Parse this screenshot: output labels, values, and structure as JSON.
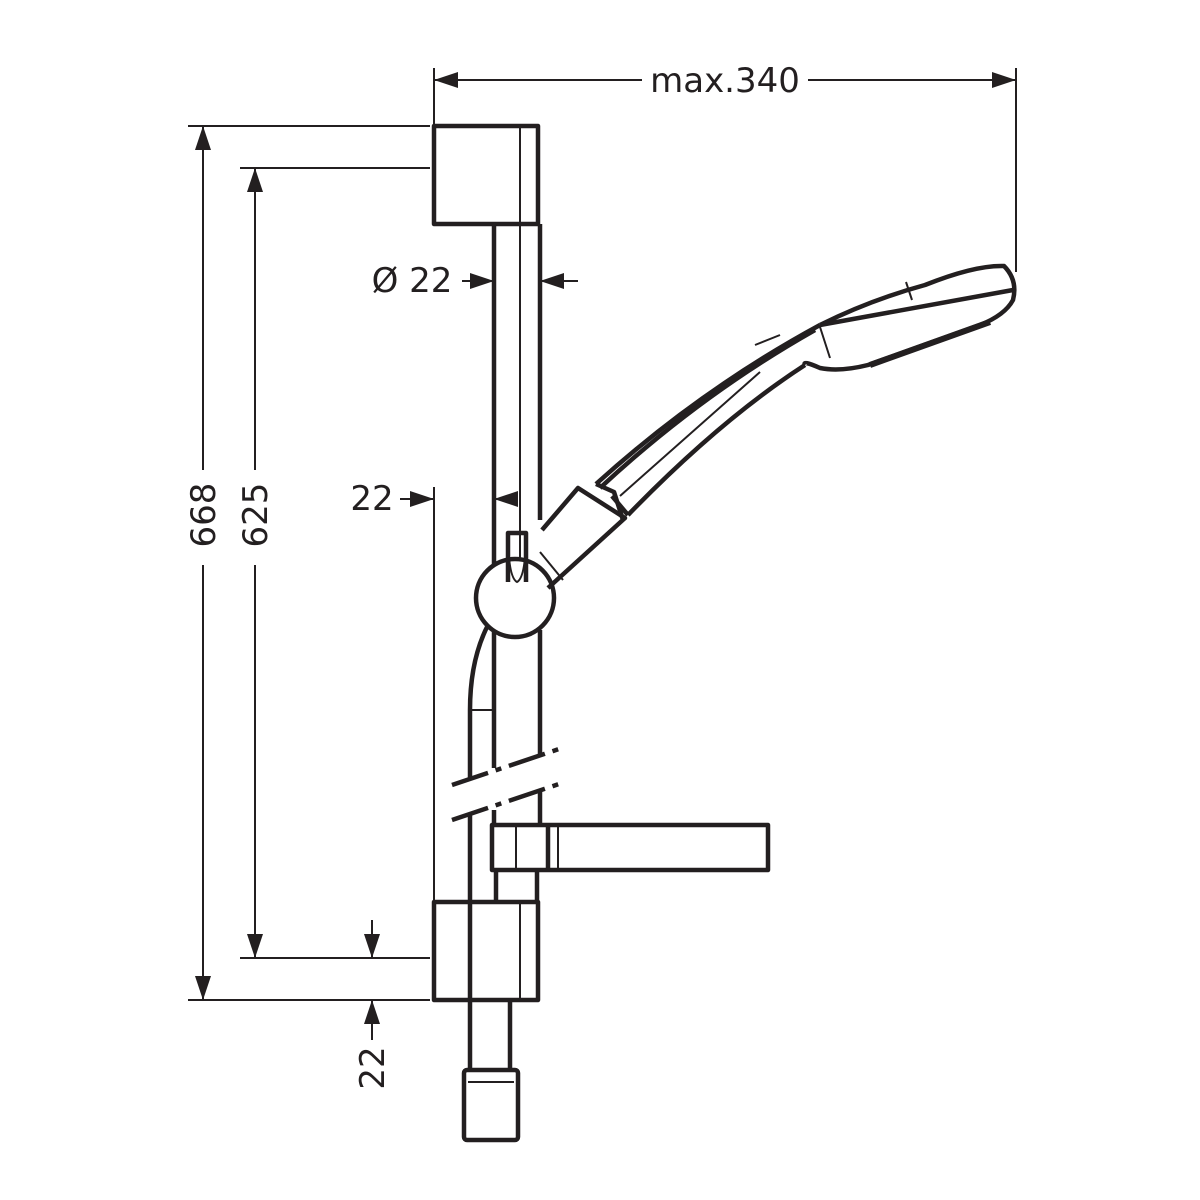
{
  "drawing": {
    "dimensions": {
      "width_max": "max.340",
      "height_total": "668",
      "height_rail": "625",
      "rail_diameter": "Ø 22",
      "hose_offset": "22",
      "bottom_offset": "22"
    },
    "colors": {
      "line": "#231f20",
      "background": "#ffffff"
    }
  }
}
